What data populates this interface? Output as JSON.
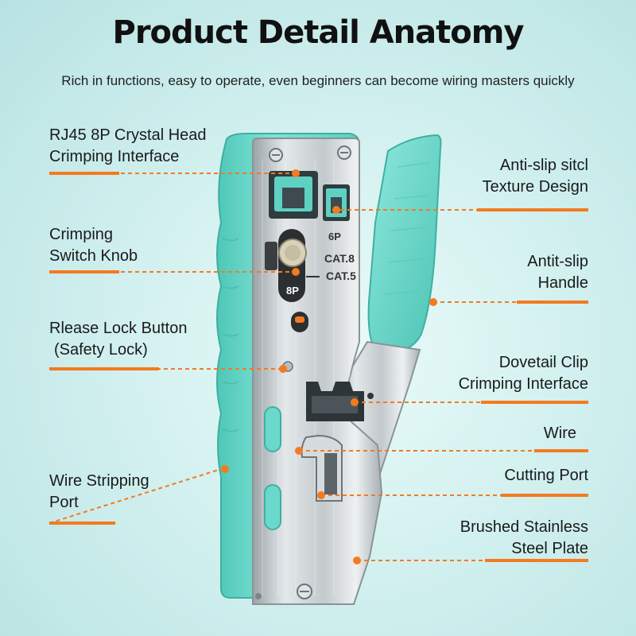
{
  "title": "Product Detail Anatomy",
  "subtitle": "Rich in functions, easy to operate, even beginners can become wiring masters quickly",
  "colors": {
    "accent": "#f47a1f",
    "teal": "#6fd9cc",
    "teal_dark": "#3fb9aa",
    "steel": "#c9cfd2"
  },
  "tool_markings": {
    "port_6p": "6P",
    "knob_cat8": "CAT.8",
    "knob_cat5": "CAT.5",
    "knob_8p": "8P"
  },
  "callouts": [
    {
      "id": "rj45",
      "lines": [
        "RJ45 8P Crystal Head",
        "Crimping Interface"
      ]
    },
    {
      "id": "switch-knob",
      "lines": [
        "Crimping",
        "Switch Knob"
      ]
    },
    {
      "id": "release-lock",
      "lines": [
        "Rlease Lock Button",
        "(Safety Lock)"
      ]
    },
    {
      "id": "wire-stripping",
      "lines": [
        "Wire Stripping",
        "Port"
      ]
    },
    {
      "id": "anti-slip-texture",
      "lines": [
        "Anti-slip sitcl",
        "Texture Design"
      ]
    },
    {
      "id": "anti-slip-handle",
      "lines": [
        "Antit-slip",
        "Handle"
      ]
    },
    {
      "id": "dovetail",
      "lines": [
        "Dovetail Clip",
        "Crimping Interface"
      ]
    },
    {
      "id": "wire",
      "lines": [
        "Wire"
      ]
    },
    {
      "id": "cutting-port",
      "lines": [
        "Cutting Port"
      ]
    },
    {
      "id": "steel-plate",
      "lines": [
        "Brushed Stainless",
        "Steel Plate"
      ]
    }
  ]
}
